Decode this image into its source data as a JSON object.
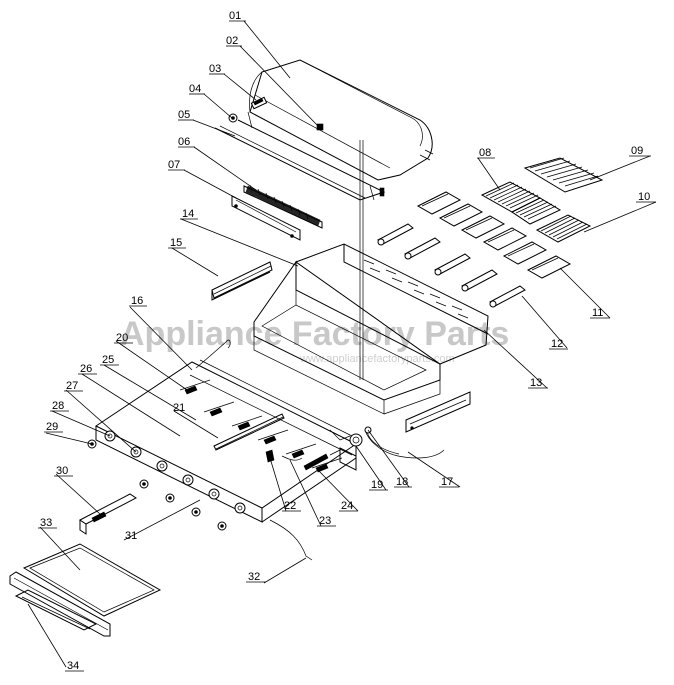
{
  "watermark": {
    "text": "Appliance Factory Parts",
    "url": "www.appliancefactoryparts.com"
  },
  "labels": {
    "p01": "01",
    "p02": "02",
    "p03": "03",
    "p04": "04",
    "p05": "05",
    "p06": "06",
    "p07": "07",
    "p08": "08",
    "p09": "09",
    "p10": "10",
    "p11": "11",
    "p12": "12",
    "p13": "13",
    "p14": "14",
    "p15": "15",
    "p16": "16",
    "p17": "17",
    "p18": "18",
    "p19": "19",
    "p20": "20",
    "p21": "21",
    "p22": "22",
    "p23": "23",
    "p24": "24",
    "p25": "25",
    "p26": "26",
    "p27": "27",
    "p28": "28",
    "p29": "29",
    "p30": "30",
    "p31": "31",
    "p32": "32",
    "p33": "33",
    "p34": "34"
  },
  "colors": {
    "line": "#000000",
    "watermark": "#c8c8c8",
    "background": "#ffffff"
  }
}
